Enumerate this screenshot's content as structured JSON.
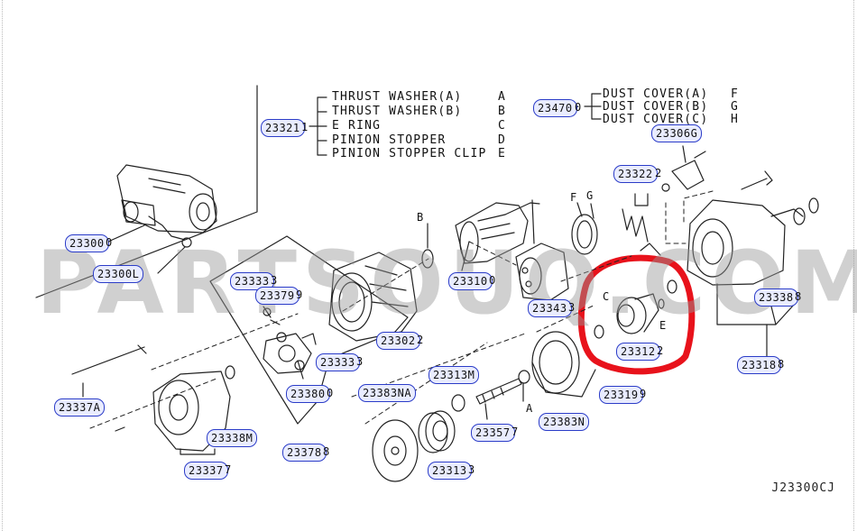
{
  "callouts": {
    "c23300": "23300",
    "c23300L": "23300L",
    "c23321": "23321",
    "c23470": "23470",
    "c23306G": "23306G",
    "c23322": "23322",
    "c23310": "23310",
    "c23343": "23343",
    "c23333": "23333",
    "c23379": "23379",
    "c23302": "23302",
    "c23333b": "23333",
    "c23380": "23380",
    "c23383NA": "23383NA",
    "c23313M": "23313M",
    "c23312": "23312",
    "c23319": "23319",
    "c23338": "23338",
    "c23318": "23318",
    "c23337A": "23337A",
    "c23338M": "23338M",
    "c23337": "23337",
    "c23378": "23378",
    "c23357": "23357",
    "c23383N": "23383N",
    "c23313": "23313"
  },
  "suffixes": {
    "s23321": "1",
    "s23470": "0",
    "s23306G": "G",
    "s23322": "2",
    "s23310": "0",
    "s23343": "3",
    "s23333": "3",
    "s23379": "9",
    "s23302": "2",
    "s23333b": "3",
    "s23380": "0",
    "s23383NA": "A",
    "s23313M": "M",
    "s23312": "2",
    "s23319": "9",
    "s23338": "8",
    "s23318": "8",
    "s23337A": "A",
    "s23338M": "M",
    "s23337": "7",
    "s23378": "8",
    "s23357": "7",
    "s23383N": "N",
    "s23313": "3",
    "s23300": "0",
    "s23300L": "L"
  },
  "legend_left": [
    {
      "label": "THRUST WASHER(A)",
      "key": "A"
    },
    {
      "label": "THRUST WASHER(B)",
      "key": "B"
    },
    {
      "label": "E RING",
      "key": "C"
    },
    {
      "label": "PINION STOPPER",
      "key": "D"
    },
    {
      "label": "PINION STOPPER CLIP",
      "key": "E"
    }
  ],
  "legend_right": [
    {
      "label": "DUST COVER(A)",
      "key": "F"
    },
    {
      "label": "DUST COVER(B)",
      "key": "G"
    },
    {
      "label": "DUST COVER(C)",
      "key": "H"
    }
  ],
  "part_letters": {
    "B": "B",
    "F": "F",
    "G": "G",
    "C": "C",
    "E": "E",
    "A": "A"
  },
  "watermark": "PARTSOUQ.COM",
  "reference": "J23300CJ",
  "colors": {
    "callout_border": "#2b3cc8",
    "callout_fill": "#e9ecff",
    "highlight": "#e8121b",
    "line": "#222222"
  }
}
